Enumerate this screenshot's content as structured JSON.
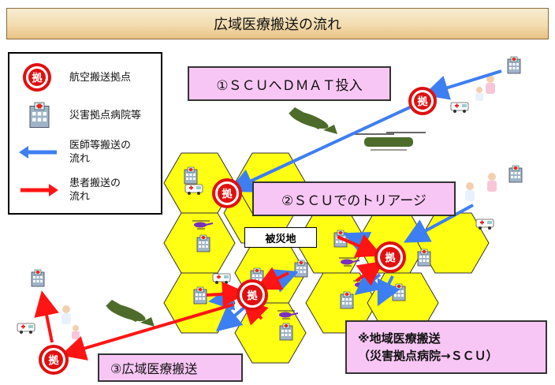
{
  "title": "広域医療搬送の流れ",
  "legend": {
    "hub_label": "航空搬送拠点",
    "hospital_label": "災害拠点病院等",
    "doctor_flow_label": "医師等搬送の\n流れ",
    "patient_flow_label": "患者搬送の\n流れ",
    "colors": {
      "doctor_flow": "#3d7ef2",
      "patient_flow": "#ff1414",
      "hub": "#e01010"
    }
  },
  "hub_glyph": "拠",
  "steps": {
    "step1": "①ＳＣＵへＤＭＡＴ投入",
    "step2": "②ＳＣＵでのトリアージ",
    "step3": "③広域医療搬送"
  },
  "disaster_area_label": "被災地",
  "note": {
    "line1": "※地域医療搬送",
    "line2": "（災害拠点病院→ＳＣＵ）"
  }
}
